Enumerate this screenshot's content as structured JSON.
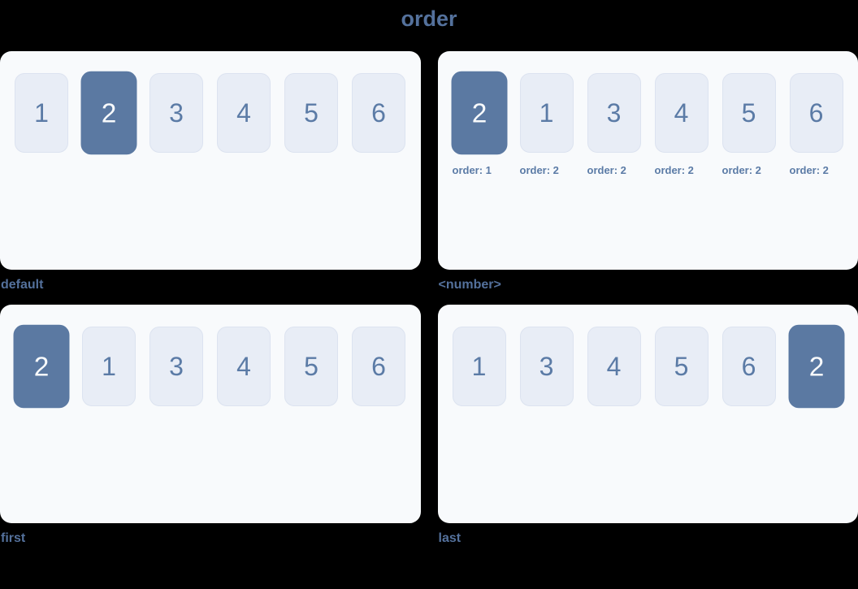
{
  "page": {
    "title": "order",
    "background": "#000000"
  },
  "colors": {
    "title_text": "#54719c",
    "panel_bg": "#f8fafc",
    "box_bg": "#e8edf6",
    "box_border": "#dce3f0",
    "box_text": "#5b7ba6",
    "highlight_bg": "#5b79a2",
    "highlight_text": "#f8fafc"
  },
  "examples": [
    {
      "label": "default",
      "boxes": [
        {
          "number": "1",
          "highlighted": false
        },
        {
          "number": "2",
          "highlighted": true
        },
        {
          "number": "3",
          "highlighted": false
        },
        {
          "number": "4",
          "highlighted": false
        },
        {
          "number": "5",
          "highlighted": false
        },
        {
          "number": "6",
          "highlighted": false
        }
      ]
    },
    {
      "label": "<number>",
      "boxes": [
        {
          "number": "2",
          "highlighted": true,
          "caption": "order: 1"
        },
        {
          "number": "1",
          "highlighted": false,
          "caption": "order: 2"
        },
        {
          "number": "3",
          "highlighted": false,
          "caption": "order: 2"
        },
        {
          "number": "4",
          "highlighted": false,
          "caption": "order: 2"
        },
        {
          "number": "5",
          "highlighted": false,
          "caption": "order: 2"
        },
        {
          "number": "6",
          "highlighted": false,
          "caption": "order: 2"
        }
      ]
    },
    {
      "label": "first",
      "boxes": [
        {
          "number": "2",
          "highlighted": true
        },
        {
          "number": "1",
          "highlighted": false
        },
        {
          "number": "3",
          "highlighted": false
        },
        {
          "number": "4",
          "highlighted": false
        },
        {
          "number": "5",
          "highlighted": false
        },
        {
          "number": "6",
          "highlighted": false
        }
      ]
    },
    {
      "label": "last",
      "boxes": [
        {
          "number": "1",
          "highlighted": false
        },
        {
          "number": "3",
          "highlighted": false
        },
        {
          "number": "4",
          "highlighted": false
        },
        {
          "number": "5",
          "highlighted": false
        },
        {
          "number": "6",
          "highlighted": false
        },
        {
          "number": "2",
          "highlighted": true
        }
      ]
    }
  ]
}
